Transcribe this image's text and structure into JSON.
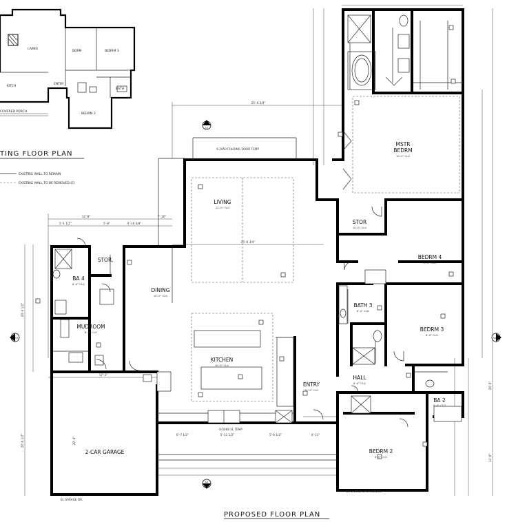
{
  "existing": {
    "title": "TING FLOOR PLAN",
    "legend": [
      "EXISTING WALL TO REMAIN",
      "EXISTING WALL TO BE REMOVED (E)"
    ],
    "rooms": {
      "living": "LIVING",
      "bedrm": "BDRM",
      "bedrm3": "BEDRM 3",
      "kitchen": "KITCH",
      "entry": "ENTRY",
      "bath": "BATH",
      "bedrm2": "BEDRM 2",
      "porch": "COVERED PORCH"
    }
  },
  "proposed": {
    "title": "PROPOSED FLOOR PLAN",
    "rooms": {
      "living": {
        "name": "LIVING",
        "sub": "12'-0\" CLG"
      },
      "mstr": {
        "name": "MSTR",
        "name2": "BEDRM",
        "sub": "10'-0\" CLG"
      },
      "stor_mb": {
        "name": "STOR",
        "sub": "10'-0\" CLG"
      },
      "bedrm4": {
        "name": "BEDRM 4",
        "sub": "8'-0\" CLG"
      },
      "bath3": {
        "name": "BATH 3",
        "sub": "8'-0\" CLG"
      },
      "bedrm3": {
        "name": "BEDRM 3",
        "sub": "8'-0\" CLG"
      },
      "hall": {
        "name": "HALL",
        "sub": "8'-0\" CLG"
      },
      "ba2": {
        "name": "BA 2",
        "sub": "8'-0\" CLG"
      },
      "bedrm2": {
        "name": "BEDRM 2",
        "sub": "8'-0\" CLG"
      },
      "kitchen": {
        "name": "KITCHEN",
        "sub": "10'-0\" CLG"
      },
      "dining": {
        "name": "DINING",
        "sub": "10'-0\" CLG"
      },
      "entry": {
        "name": "ENTRY",
        "sub": "10'-0\" CLG"
      },
      "stor_w": {
        "name": "STOR."
      },
      "ba4": {
        "name": "BA 4",
        "sub": "8'-0\" CLG"
      },
      "mudroom": {
        "name": "MUDROOM",
        "sub": "8'-0\" CLG"
      },
      "garage": {
        "name": "2-CAR GARAGE"
      }
    },
    "dims": {
      "top_living": "25'-0 3/4\"",
      "mid_living": "25'-0 3/4\"",
      "left_12": "12'-8\"",
      "left_5a": "5'-1 1/2\"",
      "left_5b": "5'-8\"",
      "left_4": "4'-10 3/4\"",
      "left_7": "7'-10\"",
      "garage_w": "17'-2\"",
      "garage_h": "20'-4\"",
      "garage_total": "20'-6 1/2\"",
      "left_total": "20'-4 1/2\"",
      "right_total_1": "26'-6\"",
      "right_total_2": "12'-0\"",
      "bot_1": "6'-7 1/2\"",
      "bot_2": "5'-11 1/2\"",
      "bot_3": "5'-6 1/2\"",
      "bot_4": "4'-11\"",
      "beam": "EL GARAGE DR."
    },
    "notes": {
      "folding_door": "9-2650 FOLDING DOOR TEMP",
      "slider": "6-5068 SL TEMP",
      "gfci": "(E) 2-2660 GFCI EGRESS"
    },
    "markers": [
      "A1",
      "A2",
      "A3",
      "A4"
    ]
  }
}
